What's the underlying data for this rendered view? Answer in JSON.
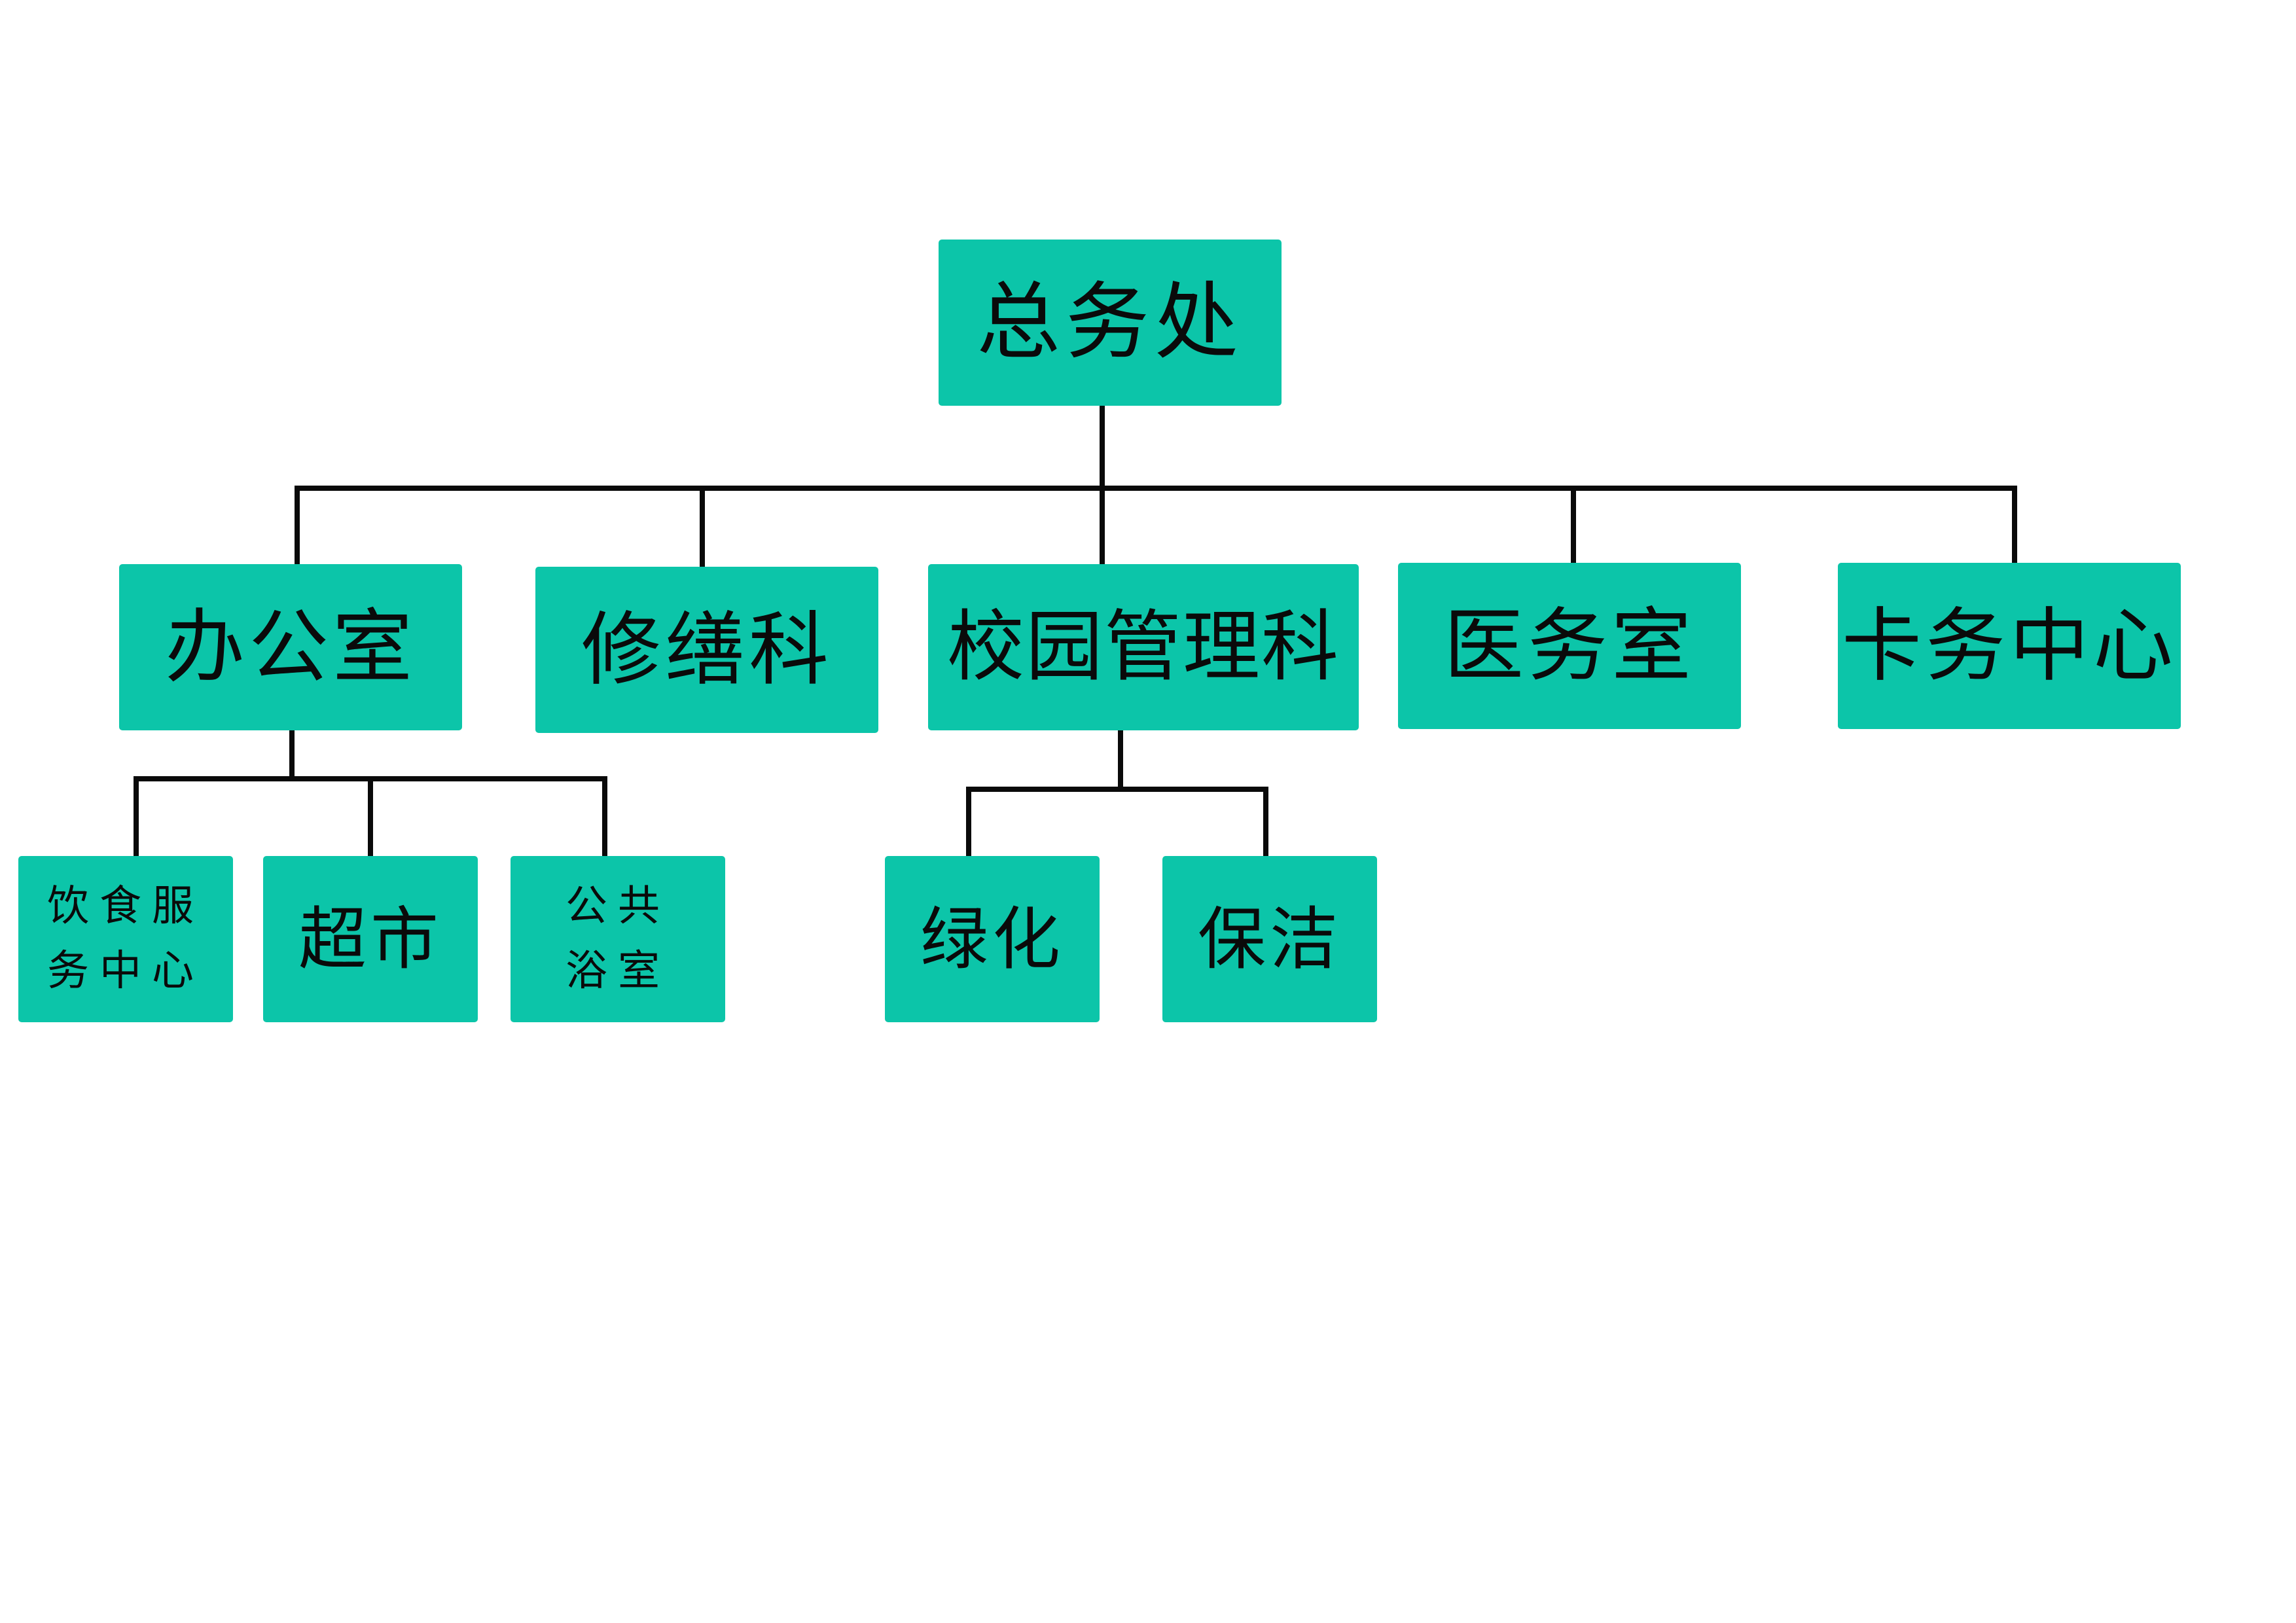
{
  "diagram": {
    "root": {
      "label": "总务处"
    },
    "departments": [
      {
        "label": "办公室"
      },
      {
        "label": "修缮科"
      },
      {
        "label": "校园管理科"
      },
      {
        "label": "医务室"
      },
      {
        "label": "卡务中心"
      }
    ],
    "office_units": [
      {
        "line1": "饮食服",
        "line2": "务中心"
      },
      {
        "label": "超市"
      },
      {
        "line1": "公共",
        "line2": "浴室"
      }
    ],
    "campus_units": [
      {
        "label": "绿化"
      },
      {
        "label": "保洁"
      }
    ],
    "colors": {
      "box_fill": "#0cc5a9",
      "line": "#0a0a0a",
      "text": "#0a0a0a"
    }
  }
}
